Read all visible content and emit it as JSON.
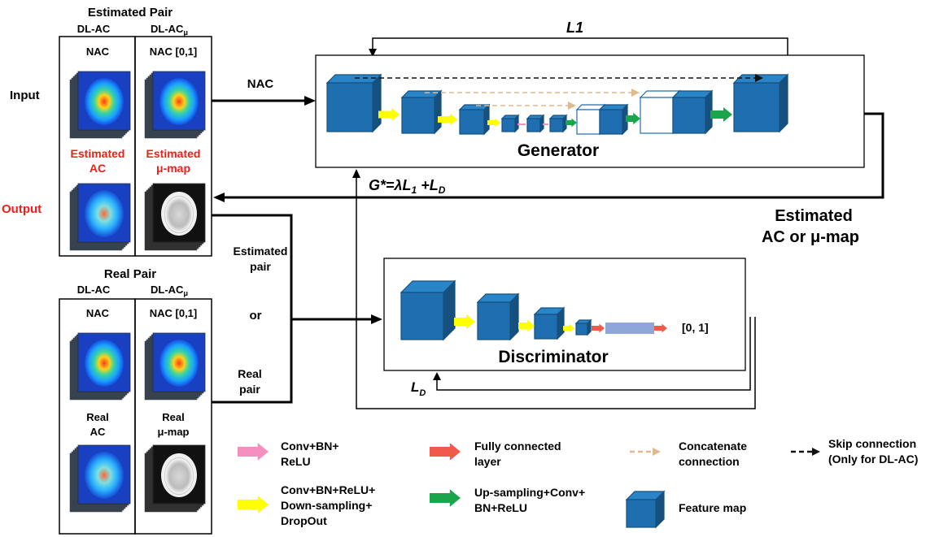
{
  "estimated_pair": {
    "title": "Estimated Pair",
    "col_left": "DL-AC",
    "col_right": "DL-AC",
    "col_right_sub": "μ",
    "nac_left": "NAC",
    "nac_right": "NAC [0,1]",
    "out_left_1": "Estimated",
    "out_left_2": "AC",
    "out_right_1": "Estimated",
    "out_right_2": "μ-map"
  },
  "real_pair": {
    "title": "Real Pair",
    "col_left": "DL-AC",
    "col_right": "DL-AC",
    "col_right_sub": "μ",
    "nac_left": "NAC",
    "nac_right": "NAC [0,1]",
    "out_left_1": "Real",
    "out_left_2": "AC",
    "out_right_1": "Real",
    "out_right_2": "μ-map"
  },
  "side_labels": {
    "input": "Input",
    "output": "Output"
  },
  "generator": {
    "title": "Generator",
    "input_label": "NAC"
  },
  "discriminator": {
    "title": "Discriminator",
    "output": "[0, 1]"
  },
  "loss": {
    "l1": "L1",
    "g_prefix": "G*=",
    "g_lambda": "λ",
    "g_l": "L",
    "g_l_sub": "1",
    "g_plus": " +L",
    "g_d_sub": "D",
    "ld": "L",
    "ld_sub": "D"
  },
  "estimated_output": {
    "line1": "Estimated",
    "line2": "AC or μ-map"
  },
  "switch_labels": {
    "estimated_1": "Estimated",
    "estimated_2": "pair",
    "or": "or",
    "real_1": "Real",
    "real_2": "pair"
  },
  "legend": {
    "conv_bn_relu": [
      "Conv+BN+",
      "ReLU"
    ],
    "conv_down": [
      "Conv+BN+ReLU+",
      "Down-sampling+",
      "DropOut"
    ],
    "fully_connected": [
      "Fully connected",
      "layer"
    ],
    "upsampling": [
      "Up-sampling+Conv+",
      "BN+ReLU"
    ],
    "concatenate": [
      "Concatenate",
      "connection"
    ],
    "skip": [
      "Skip connection",
      "(Only for DL-AC)"
    ],
    "feature_map": "Feature map"
  },
  "colors": {
    "cube_front": "#1f6fb0",
    "cube_top": "#2a85c8",
    "cube_side": "#15507f",
    "pink": "#f58fc0",
    "yellow": "#ffff00",
    "red": "#f05a4a",
    "green": "#1aa54a",
    "tan": "#e0b98e",
    "fc_bar": "#8ea7d8",
    "label_red": "#e8211a"
  }
}
